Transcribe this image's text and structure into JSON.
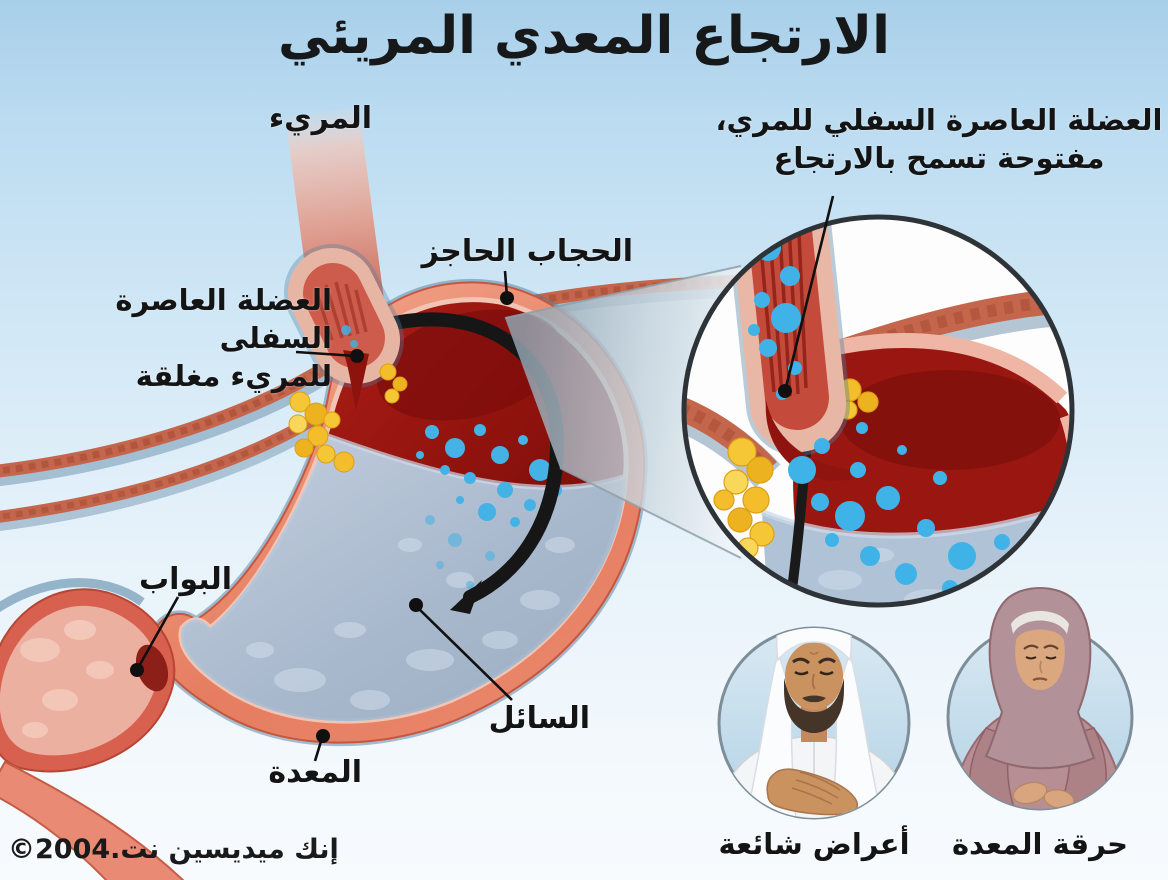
{
  "title": "الارتجاع المعدي المريئي",
  "labels": {
    "esophagus": "المريء",
    "les_open": {
      "line1": "العضلة العاصرة السفلي للمري،",
      "line2": "مفتوحة تسمح بالارتجاع"
    },
    "diaphragm": "الحجاب الحاجز",
    "les_closed": {
      "line1": "العضلة العاصرة السفلى",
      "line2": "للمريء مغلقة"
    },
    "pylorus": "البواب",
    "fluid": "السائل",
    "stomach": "المعدة",
    "common_symptoms": "أعراض شائعة",
    "heartburn": "حرقة المعدة",
    "copyright": "©2004.إنك ميديسين نت"
  },
  "colors": {
    "background_top": "#a8cfe9",
    "background_bottom": "#f7fbfe",
    "stomach_wall": "#e8826a",
    "stomach_interior": "#9a1711",
    "gastric_fluid": "#afc3d7",
    "reflux_droplets": "#45b2e5",
    "fat_tissue": "#f3bd2c",
    "diaphragm_band": "#c4664c",
    "leader_line": "#101010",
    "label_text": "#141414"
  }
}
